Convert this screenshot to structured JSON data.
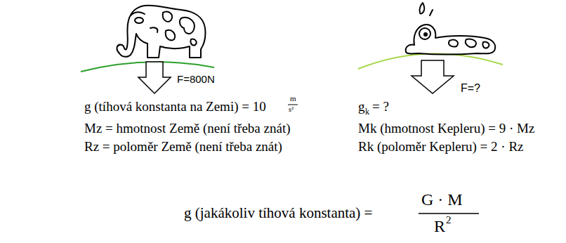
{
  "diagram": {
    "labels": [
      "F=800N",
      "g (tíhová konstanta na Zemi) = 10",
      "m",
      "s²",
      "Mz = hmotnost Země (není třeba znát)",
      "Rz = poloměr Země (není třeba znát)",
      "F=?",
      "g",
      "k",
      "= ?",
      "Mk (hmotnost Kepleru) = 9 · Mz",
      "Rk (poloměr Kepleru) = 2 · Rz",
      "g (jakákoliv tíhová konstanta) =",
      "G · M",
      "R",
      "2"
    ]
  }
}
